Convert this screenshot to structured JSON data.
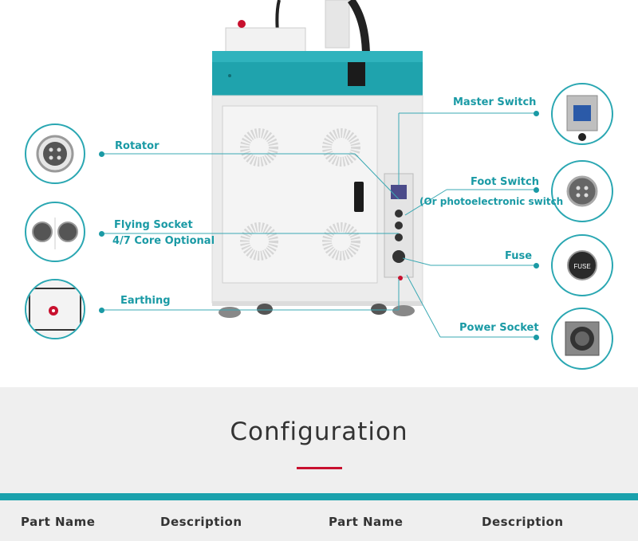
{
  "callouts": {
    "rotator": "Rotator",
    "flying_socket": "Flying Socket",
    "flying_socket_sub": "4/7 Core Optional",
    "earthing": "Earthing",
    "master_switch": "Master Switch",
    "foot_switch": "Foot Switch",
    "foot_switch_sub": "(Or photoelectronic switch",
    "fuse": "Fuse",
    "power_socket": "Power Socket"
  },
  "insets": {
    "fuse_text": "FUSE"
  },
  "configuration": {
    "title": "Configuration",
    "columns": [
      "Part Name",
      "Description",
      "Part Name",
      "Description"
    ]
  },
  "colors": {
    "accent": "#1a9aa5",
    "machine_top": "#1fa3ad",
    "rule": "#c8102e"
  }
}
